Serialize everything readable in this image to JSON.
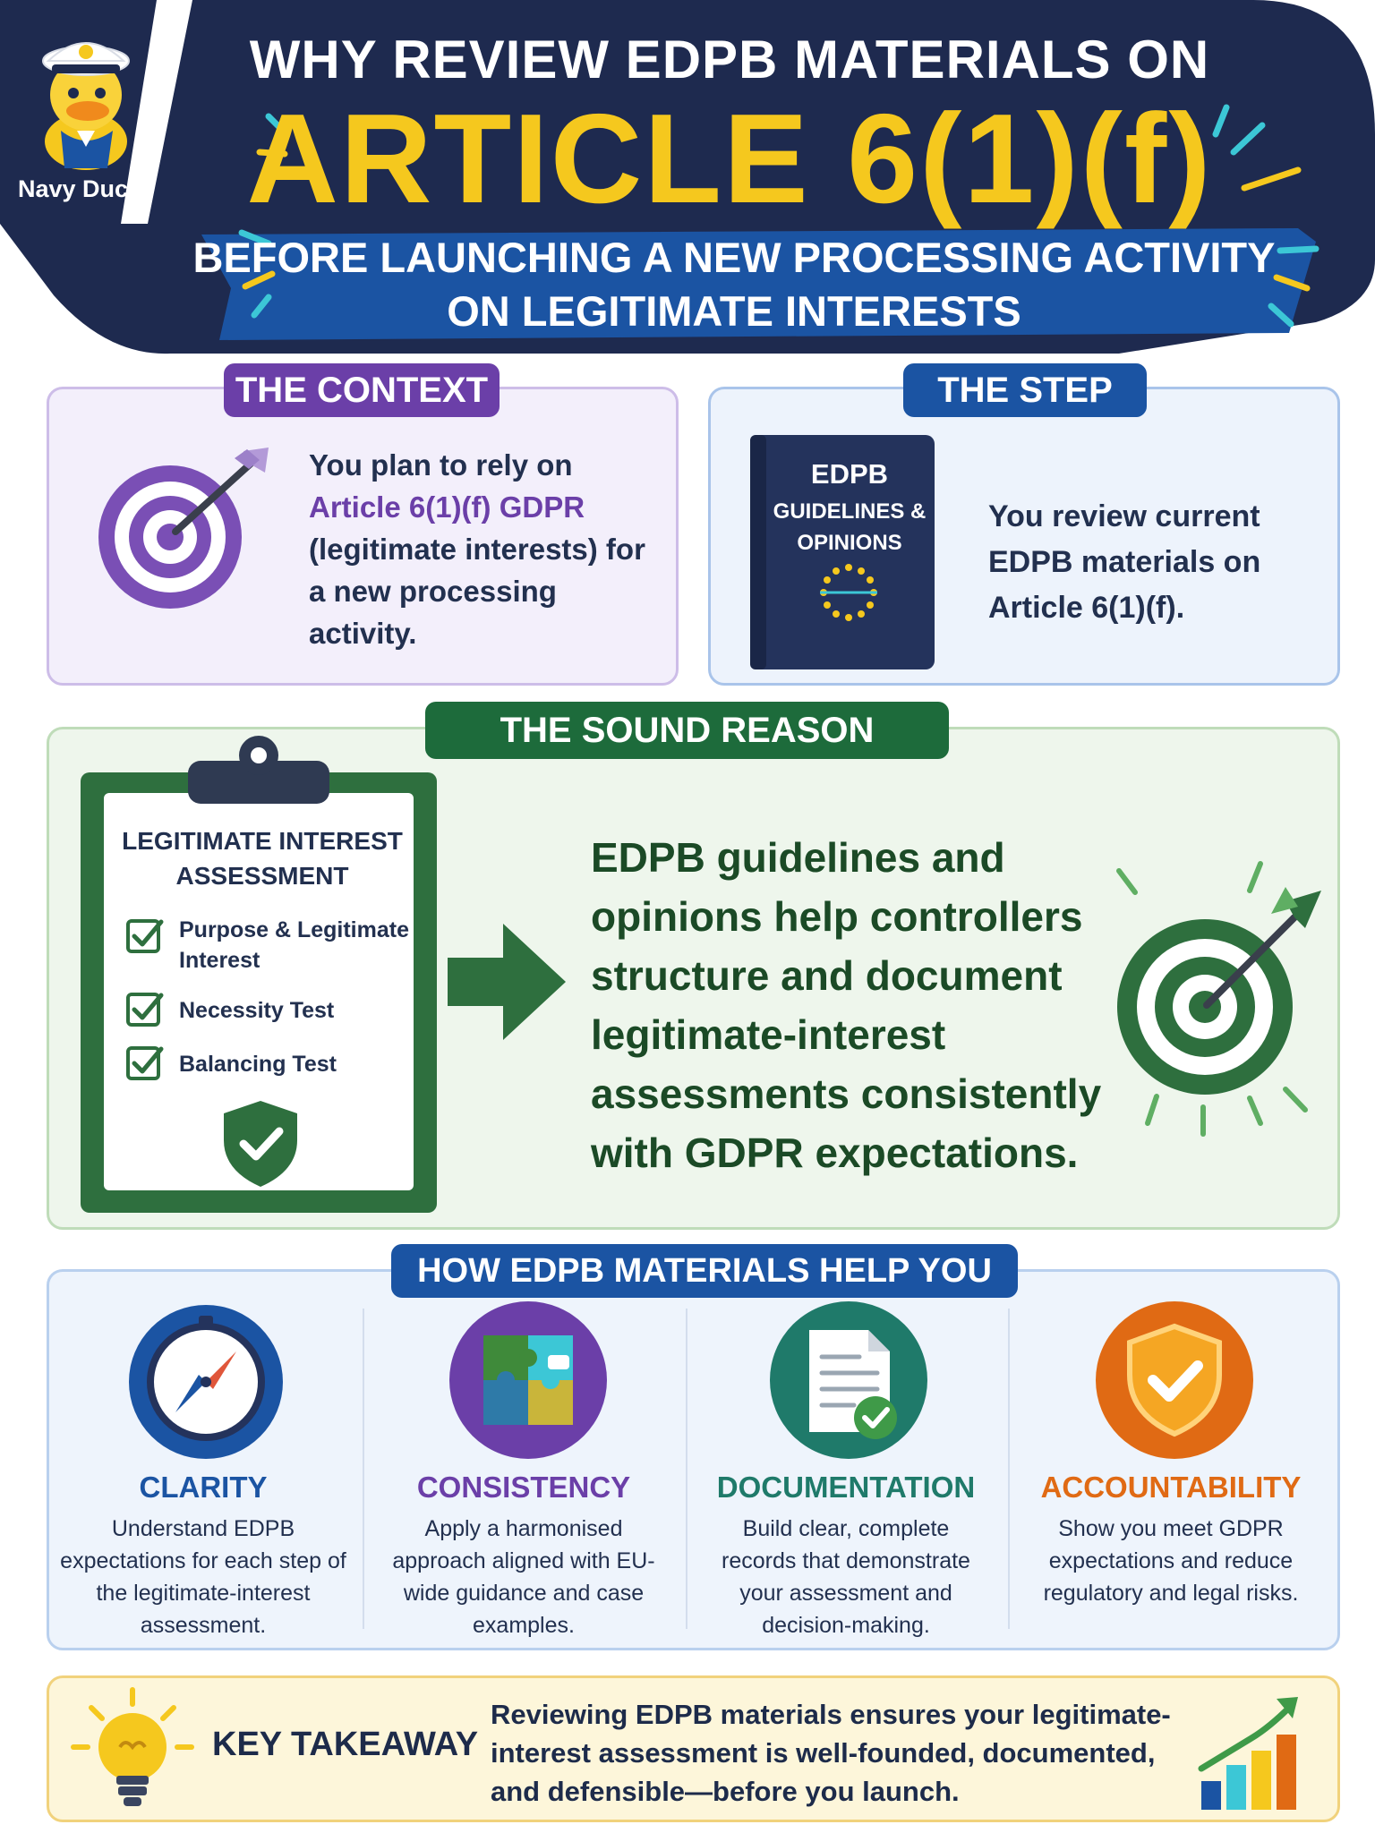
{
  "colors": {
    "navy": "#1e2a4f",
    "gold": "#f5c81e",
    "purple": "#6b3fa8",
    "blue": "#1b54a3",
    "green": "#1d6b3b",
    "teal": "#1f7a6a",
    "orange": "#e06a14"
  },
  "header": {
    "brand": "Navy Duck",
    "title_line1": "WHY REVIEW EDPB MATERIALS ON",
    "title_line2": "ARTICLE 6(1)(f)",
    "subtitle_line1": "BEFORE LAUNCHING A NEW PROCESSING ACTIVITY",
    "subtitle_line2": "ON LEGITIMATE INTERESTS",
    "mascot_icon": "sailor-duck-icon"
  },
  "context": {
    "tag": "THE CONTEXT",
    "text_before": "You plan to rely on",
    "highlight": "Article 6(1)(f) GDPR",
    "text_after": "(legitimate interests) for a new processing activity.",
    "icon": "target-icon"
  },
  "step": {
    "tag": "THE STEP",
    "book_title": "EDPB",
    "book_subtitle_line1": "GUIDELINES &",
    "book_subtitle_line2": "OPINIONS",
    "text": "You review current EDPB materials on Article 6(1)(f).",
    "icon": "book-icon"
  },
  "reason": {
    "tag": "THE SOUND REASON",
    "checklist_title_line1": "LEGITIMATE INTEREST",
    "checklist_title_line2": "ASSESSMENT",
    "checklist": [
      {
        "line1": "Purpose & Legitimate",
        "line2": "Interest"
      },
      {
        "line1": "Necessity Test",
        "line2": ""
      },
      {
        "line1": "Balancing Test",
        "line2": ""
      }
    ],
    "text": "EDPB guidelines and opinions help controllers structure and document legitimate-interest assessments consistently with GDPR expectations.",
    "icons": [
      "clipboard-icon",
      "check-icon",
      "shield-check-icon",
      "arrow-right-icon",
      "target-icon"
    ]
  },
  "help": {
    "tag": "HOW EDPB MATERIALS HELP YOU",
    "items": [
      {
        "title": "CLARITY",
        "desc": "Understand EDPB expectations for each step of the legitimate-interest assessment.",
        "color": "#1b54a3",
        "icon": "compass-icon"
      },
      {
        "title": "CONSISTENCY",
        "desc": "Apply a harmonised approach aligned with EU-wide guidance and case examples.",
        "color": "#6b3fa8",
        "icon": "puzzle-icon"
      },
      {
        "title": "DOCUMENTATION",
        "desc": "Build clear, complete records that demonstrate your assessment and decision-making.",
        "color": "#1f7a6a",
        "icon": "document-check-icon"
      },
      {
        "title": "ACCOUNTABILITY",
        "desc": "Show you meet GDPR expectations and reduce regulatory and legal risks.",
        "color": "#e06a14",
        "icon": "shield-check-icon"
      }
    ]
  },
  "takeaway": {
    "label": "KEY TAKEAWAY",
    "text": "Reviewing EDPB materials ensures your legitimate-interest assessment is well-founded, documented, and defensible—before you launch.",
    "icons": [
      "lightbulb-icon",
      "growth-chart-icon"
    ]
  }
}
